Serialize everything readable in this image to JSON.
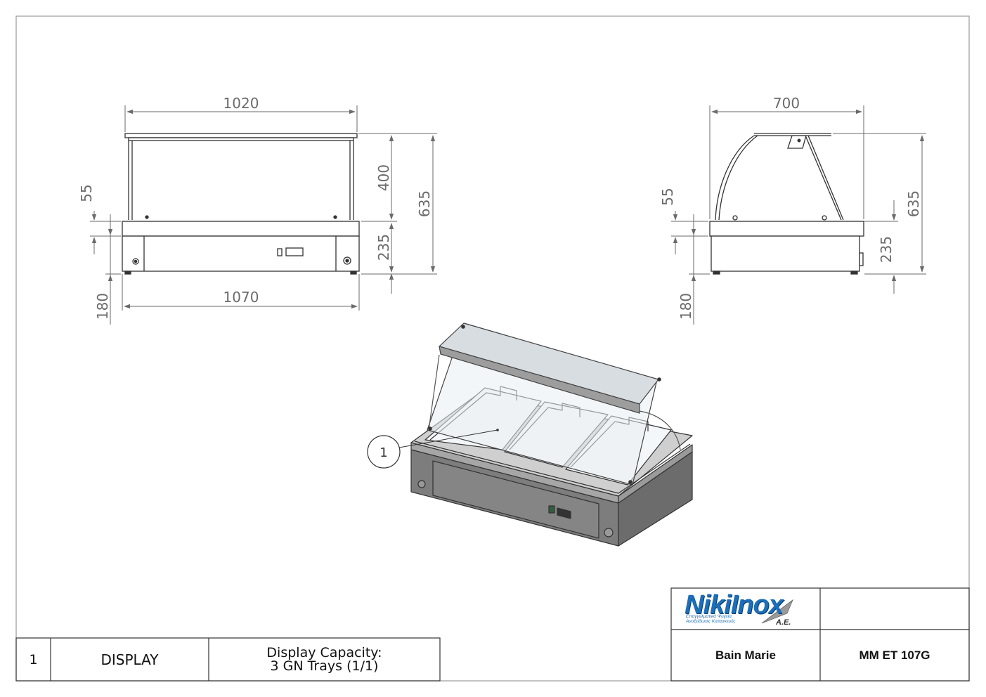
{
  "dimensions": {
    "front": {
      "width_top": "1020",
      "width_bottom": "1070",
      "height_glass": "400",
      "height_total": "635",
      "height_body": "235",
      "height_ledge": "55",
      "height_feet": "180"
    },
    "side": {
      "depth": "700",
      "height_total": "635",
      "height_body": "235",
      "height_ledge": "55",
      "height_feet": "180"
    }
  },
  "callout": {
    "label": "1"
  },
  "bom": {
    "item_no": "1",
    "part": "DISPLAY",
    "description_line1": "Display Capacity:",
    "description_line2": "3 GN Trays (1/1)"
  },
  "title_block": {
    "logo_text": "NikiInox",
    "logo_tagline_line1": "Επαγγελματικά Ψυγεία",
    "logo_tagline_line2": "Ανοξείδωτες Κατασκευές",
    "logo_suffix": "Α.Ε.",
    "product_name": "Bain Marie",
    "model_code": "MM ET 107G"
  },
  "colors": {
    "line": "#333333",
    "dimension": "#6a6a6a",
    "brand_blue": "#1c6fb8",
    "body_grey": "#7d7d7d",
    "glass": "#e9eef2"
  }
}
